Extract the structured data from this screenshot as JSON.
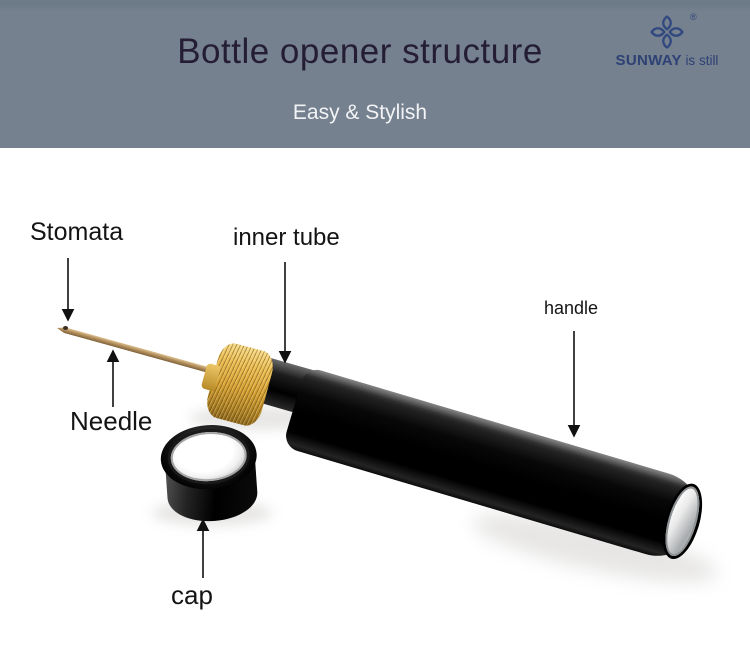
{
  "header": {
    "title": "Bottle opener structure",
    "subtitle": "Easy & Stylish",
    "background_color": "#75818f",
    "title_color": "#241d33",
    "subtitle_color": "#f2f3f5"
  },
  "logo": {
    "brand": "SUNWAY",
    "tagline": "is still",
    "registered_mark": "®",
    "color": "#2d4175"
  },
  "diagram": {
    "product_name": "bottle opener",
    "labels": [
      {
        "id": "stomata",
        "text": "Stomata"
      },
      {
        "id": "inner-tube",
        "text": "inner tube"
      },
      {
        "id": "handle",
        "text": "handle"
      },
      {
        "id": "needle",
        "text": "Needle"
      },
      {
        "id": "cap",
        "text": "cap"
      }
    ],
    "parts": [
      {
        "name": "needle",
        "color": "#b3905e"
      },
      {
        "name": "knurled-collar",
        "color": "#d6a031"
      },
      {
        "name": "inner-tube",
        "color": "#1d1d1d"
      },
      {
        "name": "handle",
        "color": "#0a0a0a"
      },
      {
        "name": "handle-end-cap",
        "color": "#d8d8d8"
      },
      {
        "name": "cap",
        "color": "#121212"
      }
    ]
  }
}
